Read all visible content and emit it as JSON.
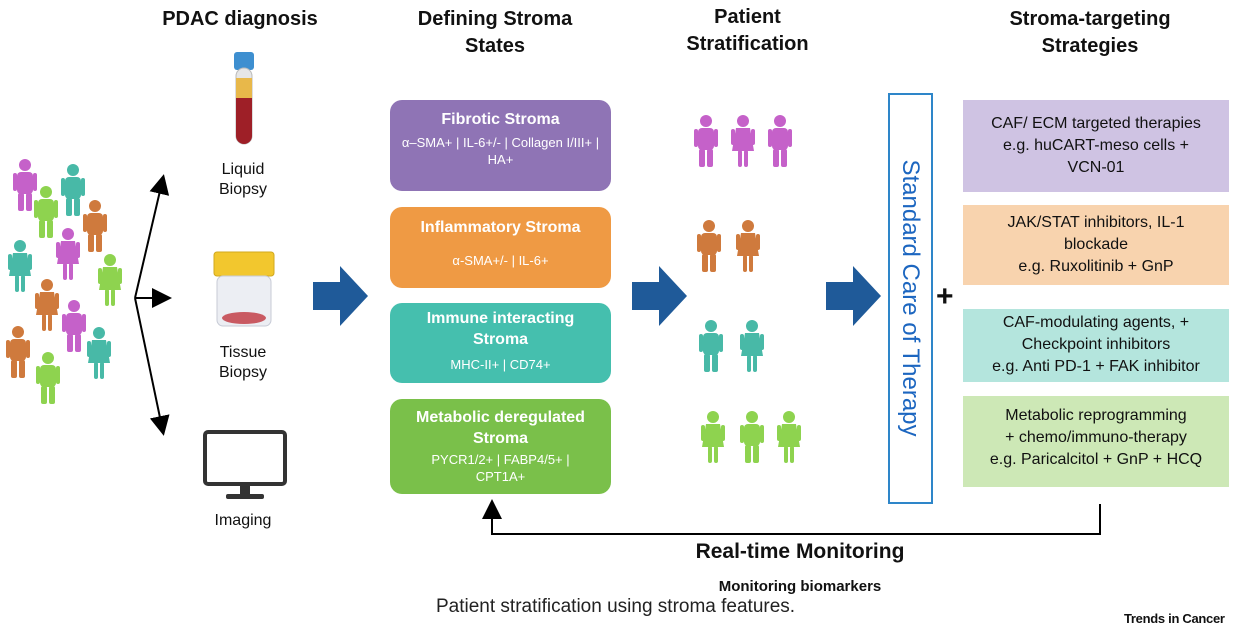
{
  "headers": {
    "diagnosis": "PDAC diagnosis",
    "defining": "Defining Stroma States",
    "stratification": "Patient Stratification",
    "strategies": "Stroma-targeting Strategies"
  },
  "diagnostics": [
    {
      "label": "Liquid Biopsy",
      "icon": "blood-tube-icon"
    },
    {
      "label": "Tissue Biopsy",
      "icon": "specimen-jar-icon"
    },
    {
      "label": "Imaging",
      "icon": "monitor-icon"
    }
  ],
  "stroma_states": [
    {
      "title": "Fibrotic Stroma",
      "markers": "α–SMA+ | IL-6+/- | Collagen I/III+ | HA+",
      "color": "#8f74b5"
    },
    {
      "title": "Inflammatory Stroma",
      "markers": "α-SMA+/- | IL-6+",
      "color": "#ef9a44"
    },
    {
      "title": "Immune interacting Stroma",
      "markers": "MHC-II+ | CD74+",
      "color": "#45bfae"
    },
    {
      "title": "Metabolic deregulated Stroma",
      "markers": "PYCR1/2+ | FABP4/5+ | CPT1A+",
      "color": "#7ac04a"
    }
  ],
  "standard_care": "Standard Care of Therapy",
  "plus": "+",
  "strategies": [
    {
      "lines": [
        "CAF/ ECM targeted therapies",
        "e.g. huCART-meso cells +",
        "VCN-01"
      ],
      "color": "#cfc3e3"
    },
    {
      "lines": [
        "JAK/STAT inhibitors, IL-1",
        "blockade",
        "e.g. Ruxolitinib + GnP"
      ],
      "color": "#f8d3ae"
    },
    {
      "lines": [
        "CAF-modulating agents,  +",
        "Checkpoint inhibitors",
        "e.g. Anti PD-1 + FAK inhibitor"
      ],
      "color": "#b4e5dd"
    },
    {
      "lines": [
        "Metabolic reprogramming",
        "+ chemo/immuno-therapy",
        "e.g. Paricalcitol + GnP + HCQ"
      ],
      "color": "#cde8b6"
    }
  ],
  "monitoring": {
    "title": "Real-time Monitoring",
    "subtitle": "Monitoring biomarkers"
  },
  "caption": "Patient stratification using stroma features.",
  "publisher": "Trends in Cancer",
  "colors": {
    "arrow_blue": "#1f5a99",
    "magenta": "#c561c9",
    "orange": "#cf7a3d",
    "teal": "#48b9a7",
    "lime": "#8ed34f"
  }
}
